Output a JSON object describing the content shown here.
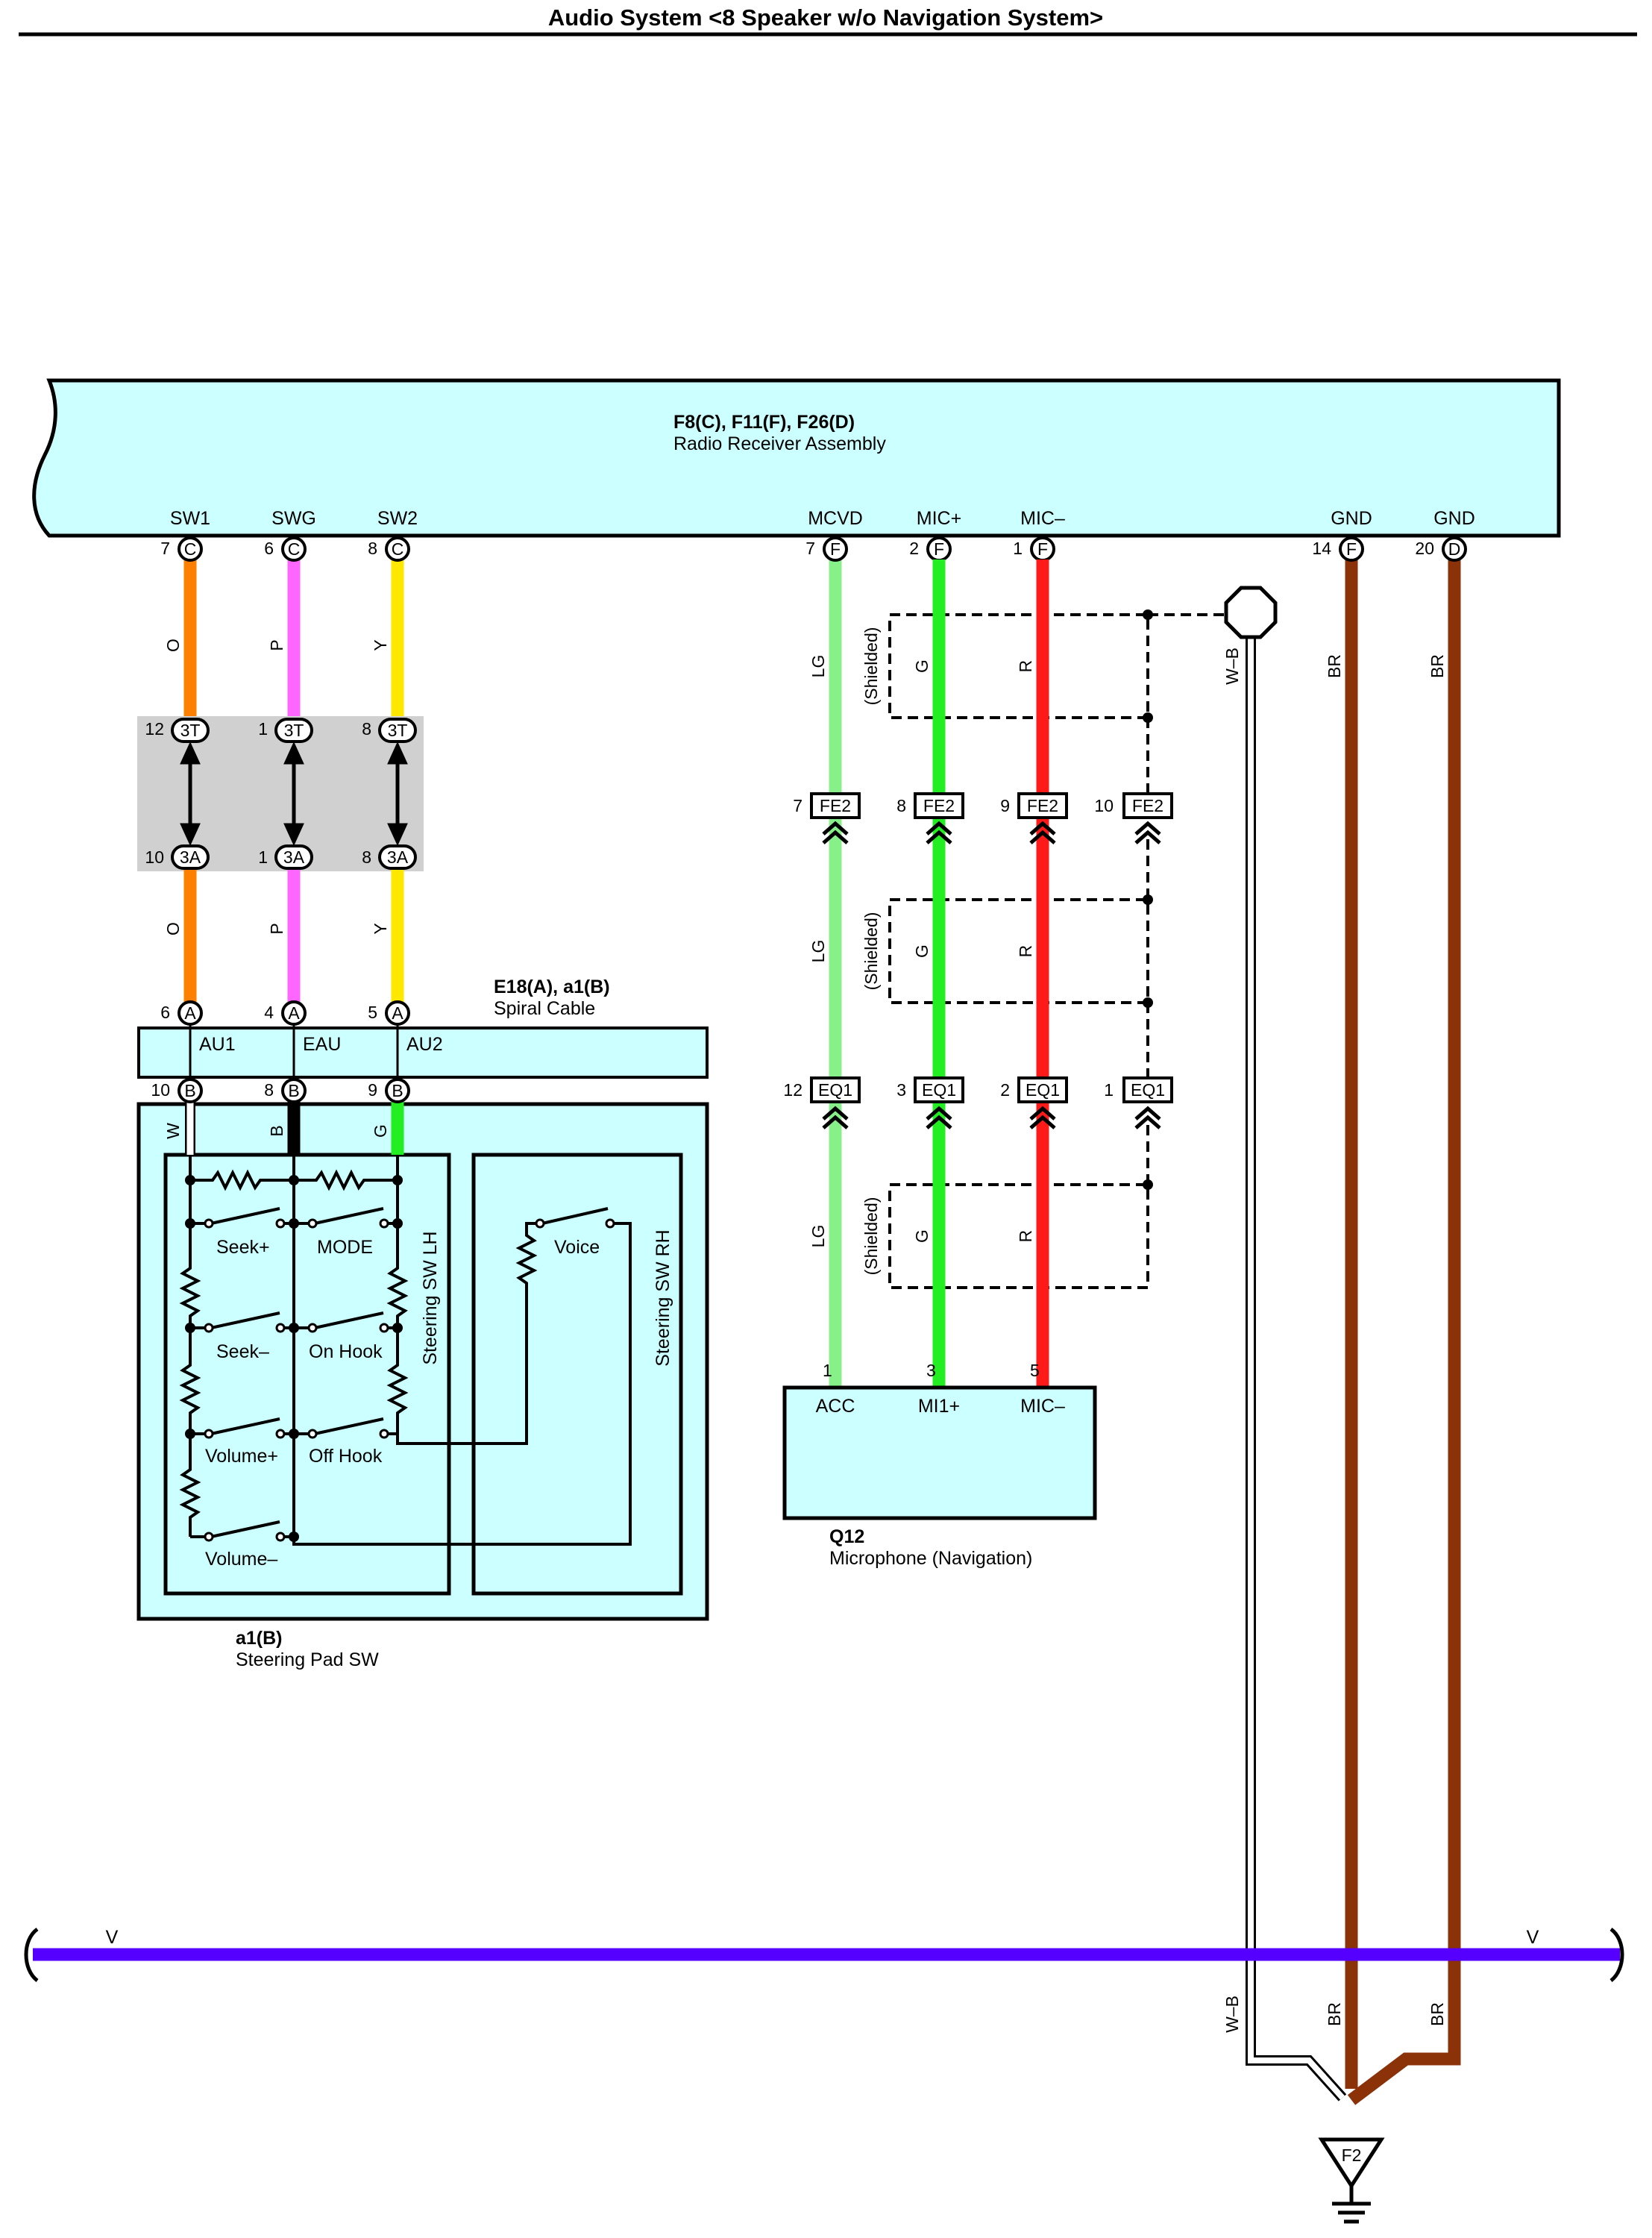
{
  "title": "Audio System <8 Speaker w/o Navigation System>",
  "radio": {
    "codes": "F8(C), F11(F), F26(D)",
    "name": "Radio Receiver Assembly",
    "terminals": [
      {
        "label": "SW1",
        "pin": "7",
        "conn": "C",
        "color": "#ff8000",
        "wire": "O"
      },
      {
        "label": "SWG",
        "pin": "6",
        "conn": "C",
        "color": "#ff66ff",
        "wire": "P"
      },
      {
        "label": "SW2",
        "pin": "8",
        "conn": "C",
        "color": "#ffe800",
        "wire": "Y"
      },
      {
        "label": "MCVD",
        "pin": "7",
        "conn": "F",
        "color": "#88f088",
        "wire": "LG"
      },
      {
        "label": "MIC+",
        "pin": "2",
        "conn": "F",
        "color": "#22ee22",
        "wire": "G"
      },
      {
        "label": "MIC–",
        "pin": "1",
        "conn": "F",
        "color": "#ff1a1a",
        "wire": "R"
      },
      {
        "label": "GND",
        "pin": "14",
        "conn": "F",
        "color": "#8b3208",
        "wire": "BR"
      },
      {
        "label": "GND",
        "pin": "20",
        "conn": "D",
        "color": "#8b3208",
        "wire": "BR"
      }
    ]
  },
  "junction_3t": [
    "12",
    "1",
    "8"
  ],
  "junction_3t_label": "3T",
  "junction_3a": [
    "10",
    "1",
    "8"
  ],
  "junction_3a_label": "3A",
  "spiral": {
    "codes": "E18(A), a1(B)",
    "name": "Spiral Cable",
    "a_pins": [
      "6",
      "4",
      "5"
    ],
    "a_conn": "A",
    "terms": [
      "AU1",
      "EAU",
      "AU2"
    ],
    "b_pins": [
      "10",
      "8",
      "9"
    ],
    "b_conn": "B",
    "b_wires": [
      "W",
      "B",
      "G"
    ]
  },
  "steering": {
    "code": "a1(B)",
    "name": "Steering Pad SW",
    "lh_label": "Steering SW LH",
    "rh_label": "Steering SW RH",
    "switches": [
      "Seek+",
      "MODE",
      "Seek–",
      "On Hook",
      "Volume+",
      "Off Hook",
      "Volume–",
      "Voice"
    ]
  },
  "fe2": {
    "label": "FE2",
    "pins": [
      "7",
      "8",
      "9",
      "10"
    ]
  },
  "eq1": {
    "label": "EQ1",
    "pins": [
      "12",
      "3",
      "2",
      "1"
    ]
  },
  "shielded": "(Shielded)",
  "mic": {
    "code": "Q12",
    "name": "Microphone (Navigation)",
    "pins": [
      "1",
      "3",
      "5"
    ],
    "terms": [
      "ACC",
      "MI1+",
      "MIC–"
    ]
  },
  "wb_wire": "W–B",
  "bus_wire": "V",
  "ground": "F2"
}
